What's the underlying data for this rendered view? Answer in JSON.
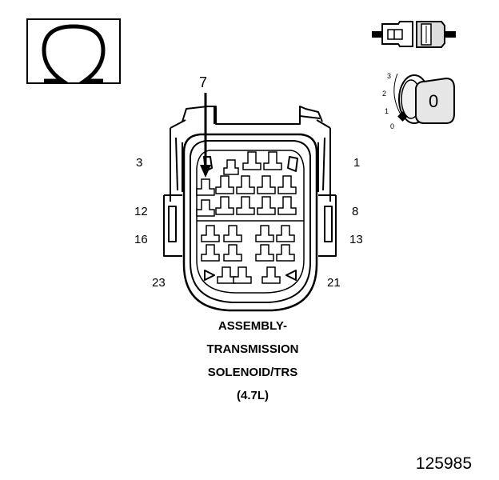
{
  "meter": {
    "symbol": "Ω",
    "icon": "ohm-icon"
  },
  "connector": {
    "callout_pin": "7",
    "pin_labels": {
      "p3": "3",
      "p1": "1",
      "p12": "12",
      "p8": "8",
      "p16": "16",
      "p13": "13",
      "p23": "23",
      "p21": "21"
    }
  },
  "ignition": {
    "positions": [
      "3",
      "2",
      "1",
      "0"
    ],
    "key_position": "0"
  },
  "caption": {
    "line1": "ASSEMBLY-",
    "line2": "TRANSMISSION",
    "line3": "SOLENOID/TRS",
    "line4": "(4.7L)"
  },
  "figure_number": "125985",
  "colors": {
    "ink": "#000000",
    "paper": "#ffffff",
    "key_fill": "#e6e6e6",
    "plug_fill": "#dddddd"
  }
}
